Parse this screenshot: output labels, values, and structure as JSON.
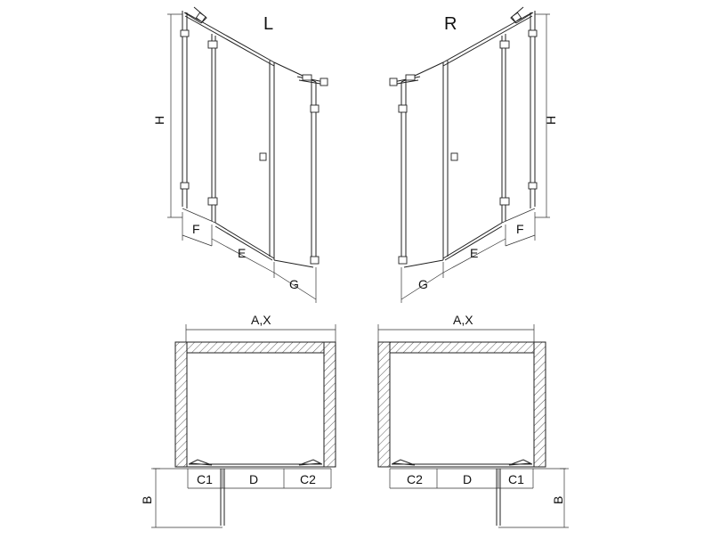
{
  "views": {
    "left_label": "L",
    "right_label": "R"
  },
  "dimensions": {
    "height": "H",
    "F": "F",
    "E": "E",
    "G": "G",
    "width": "A,X",
    "depth": "B",
    "C1": "C1",
    "C2": "C2",
    "D": "D"
  }
}
